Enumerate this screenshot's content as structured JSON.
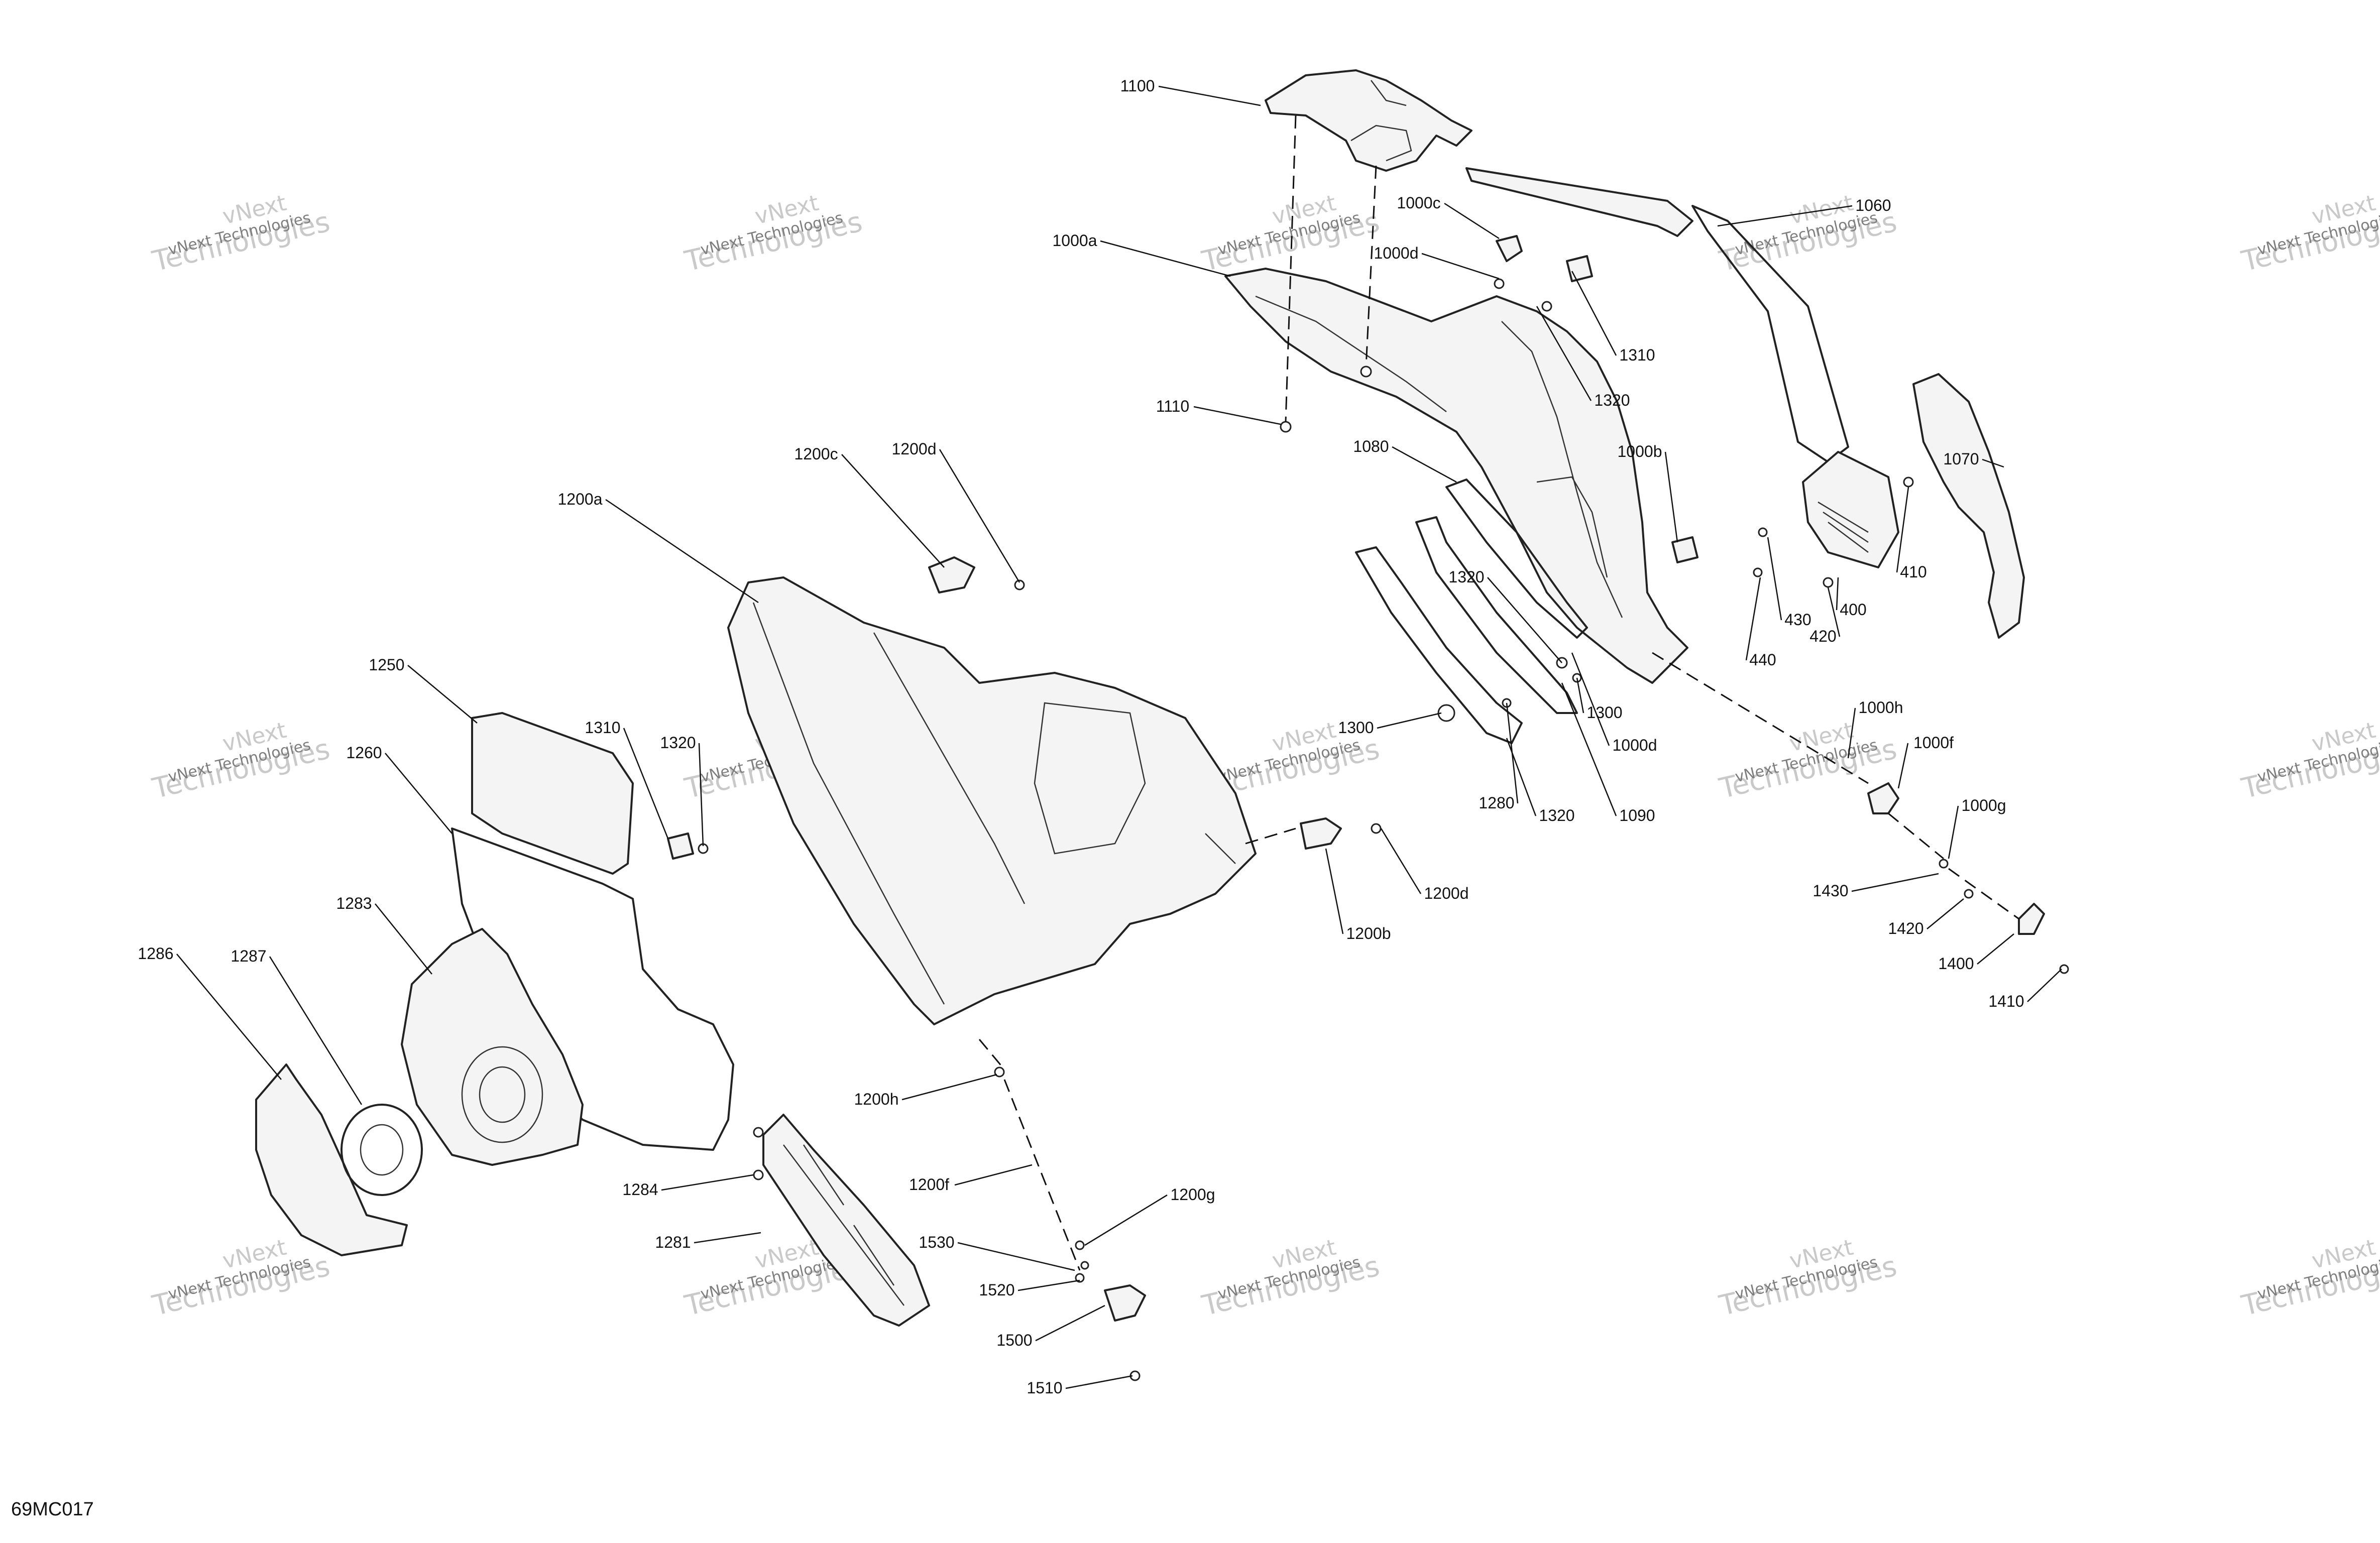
{
  "diagram_ref": "69MC017",
  "watermark": {
    "top": "vNext",
    "main": "Technologies",
    "line": "vNext Technologies"
  },
  "callouts": [
    "1100",
    "1000c",
    "1060",
    "1000a",
    "1000d",
    "1310",
    "1110",
    "1320",
    "1080",
    "1000b",
    "1070",
    "1200c",
    "1200d",
    "1200a",
    "400",
    "410",
    "430",
    "420",
    "440",
    "1320",
    "1300",
    "1000d",
    "1250",
    "1310",
    "1320",
    "1300",
    "1280",
    "1320",
    "1090",
    "1000h",
    "1000f",
    "1260",
    "1200d",
    "1200b",
    "1000g",
    "1430",
    "1420",
    "1283",
    "1400",
    "1410",
    "1286",
    "1287",
    "1200h",
    "1284",
    "1200f",
    "1200g",
    "1281",
    "1530",
    "1520",
    "1500",
    "1510"
  ]
}
